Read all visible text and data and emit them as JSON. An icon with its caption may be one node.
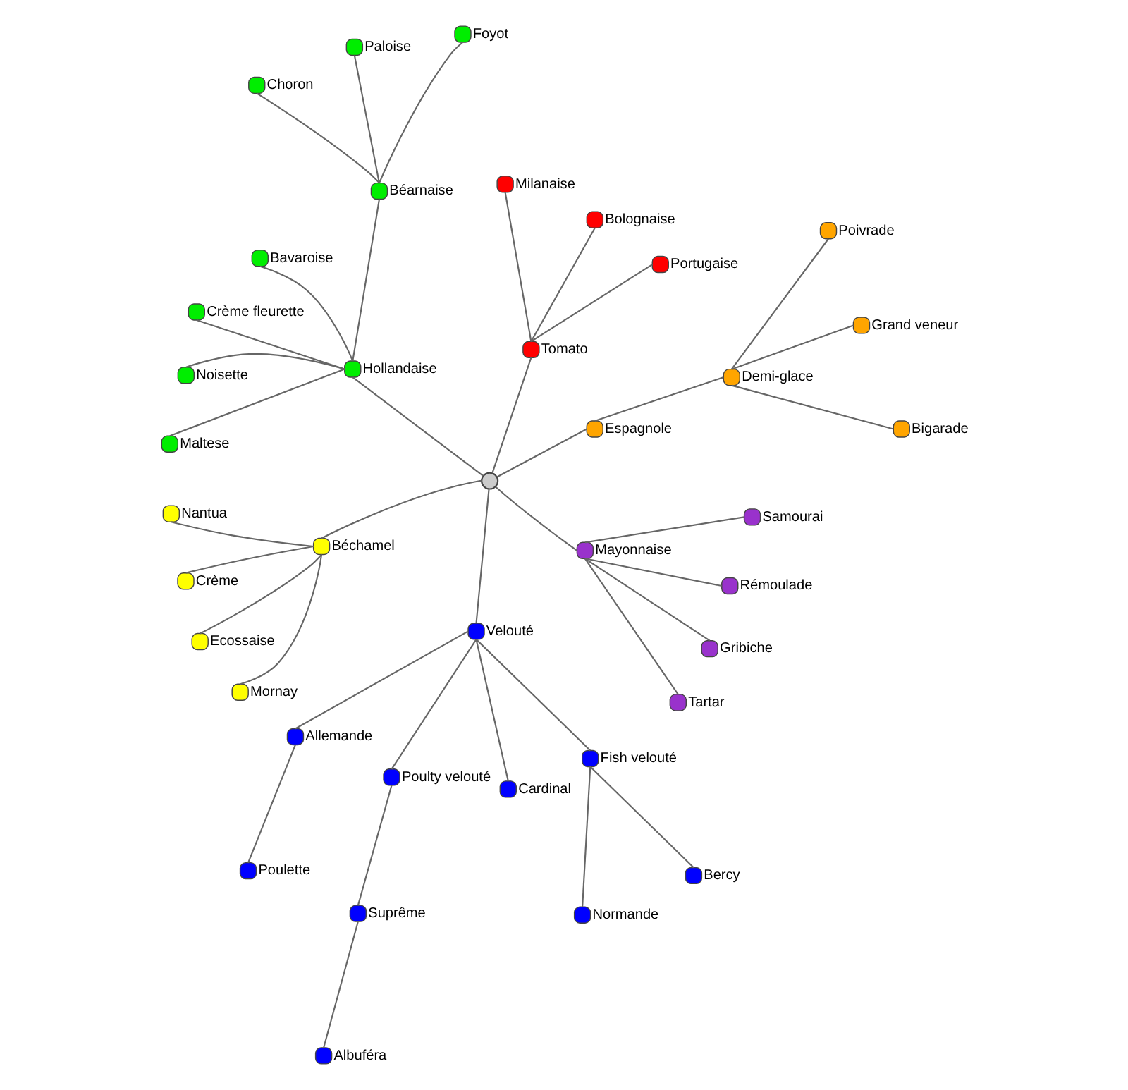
{
  "diagram": {
    "nodes": [
      {
        "text": [],
        "shape": "circle"
      },
      {
        "text": [
          "Espagnole"
        ]
      },
      {
        "text": [
          "Demi-glace"
        ]
      },
      {
        "text": [
          "Bigarade"
        ]
      },
      {
        "text": [
          "Grand veneur"
        ]
      },
      {
        "text": [
          "Poivrade"
        ]
      },
      {
        "text": [
          "Tomato"
        ]
      },
      {
        "text": [
          "Portugaise"
        ]
      },
      {
        "text": [
          "Bolognaise"
        ]
      },
      {
        "text": [
          "Milanaise"
        ]
      },
      {
        "text": [
          "Hollandaise"
        ]
      },
      {
        "text": [
          "Béarnaise"
        ]
      },
      {
        "text": [
          "Foyot"
        ]
      },
      {
        "text": [
          "Paloise"
        ]
      },
      {
        "text": [
          "Choron"
        ]
      },
      {
        "text": [
          "Bavaroise"
        ]
      },
      {
        "text": [
          "Crème fleurette"
        ]
      },
      {
        "text": [
          "Noisette"
        ]
      },
      {
        "text": [
          "Maltese"
        ]
      },
      {
        "text": [
          "Béchamel"
        ]
      },
      {
        "text": [
          "Nantua"
        ]
      },
      {
        "text": [
          "Crème"
        ]
      },
      {
        "text": [
          "Ecossaise"
        ]
      },
      {
        "text": [
          "Mornay"
        ]
      },
      {
        "text": [
          "Velouté"
        ]
      },
      {
        "text": [
          "Allemande"
        ]
      },
      {
        "text": [
          "Poulette"
        ]
      },
      {
        "text": [
          "Poulty velouté"
        ]
      },
      {
        "text": [
          "Suprême"
        ]
      },
      {
        "text": [
          "Albuféra"
        ]
      },
      {
        "text": [
          "Cardinal"
        ]
      },
      {
        "text": [
          "Fish velouté"
        ]
      },
      {
        "text": [
          "Normande"
        ]
      },
      {
        "text": [
          "Bercy"
        ]
      },
      {
        "text": [
          "Mayonnaise"
        ]
      },
      {
        "text": [
          "Tartar"
        ]
      },
      {
        "text": [
          "Gribiche"
        ]
      },
      {
        "text": [
          "Rémoulade"
        ]
      },
      {
        "text": [
          "Samourai"
        ]
      }
    ],
    "edges": [
      {
        "from": 0,
        "to": 1,
        "arrow": "none"
      },
      {
        "from": 1,
        "to": 2,
        "arrow": "none"
      },
      {
        "from": 2,
        "to": 3,
        "arrow": "none"
      },
      {
        "from": 2,
        "to": 4,
        "arrow": "none"
      },
      {
        "from": 2,
        "to": 5,
        "arrow": "none"
      },
      {
        "from": 0,
        "to": 6,
        "arrow": "none"
      },
      {
        "from": 6,
        "to": 7,
        "arrow": "none"
      },
      {
        "from": 6,
        "to": 8,
        "arrow": "none"
      },
      {
        "from": 6,
        "to": 9,
        "arrow": "none"
      },
      {
        "from": 0,
        "to": 10,
        "arrow": "none"
      },
      {
        "from": 10,
        "to": 11,
        "arrow": "none"
      },
      {
        "from": 11,
        "to": 12,
        "arrow": "none"
      },
      {
        "from": 11,
        "to": 13,
        "arrow": "none"
      },
      {
        "from": 11,
        "to": 14,
        "arrow": "none"
      },
      {
        "from": 10,
        "to": 15,
        "arrow": "none"
      },
      {
        "from": 10,
        "to": 16,
        "arrow": "none"
      },
      {
        "from": 10,
        "to": 17,
        "arrow": "none"
      },
      {
        "from": 10,
        "to": 18,
        "arrow": "none"
      },
      {
        "from": 0,
        "to": 19,
        "arrow": "none"
      },
      {
        "from": 19,
        "to": 20,
        "arrow": "none"
      },
      {
        "from": 19,
        "to": 21,
        "arrow": "none"
      },
      {
        "from": 19,
        "to": 22,
        "arrow": "none"
      },
      {
        "from": 19,
        "to": 23,
        "arrow": "none"
      },
      {
        "from": 0,
        "to": 24,
        "arrow": "none"
      },
      {
        "from": 24,
        "to": 25,
        "arrow": "none"
      },
      {
        "from": 25,
        "to": 26,
        "arrow": "none"
      },
      {
        "from": 24,
        "to": 27,
        "arrow": "none"
      },
      {
        "from": 27,
        "to": 28,
        "arrow": "none"
      },
      {
        "from": 28,
        "to": 29,
        "arrow": "none"
      },
      {
        "from": 24,
        "to": 30,
        "arrow": "none"
      },
      {
        "from": 24,
        "to": 31,
        "arrow": "none"
      },
      {
        "from": 31,
        "to": 32,
        "arrow": "none"
      },
      {
        "from": 31,
        "to": 33,
        "arrow": "none"
      },
      {
        "from": 0,
        "to": 34,
        "arrow": "none"
      },
      {
        "from": 34,
        "to": 35,
        "arrow": "none"
      },
      {
        "from": 34,
        "to": 36,
        "arrow": "none"
      },
      {
        "from": 34,
        "to": 37,
        "arrow": "none"
      },
      {
        "from": 34,
        "to": 38,
        "arrow": "none"
      }
    ]
  }
}
